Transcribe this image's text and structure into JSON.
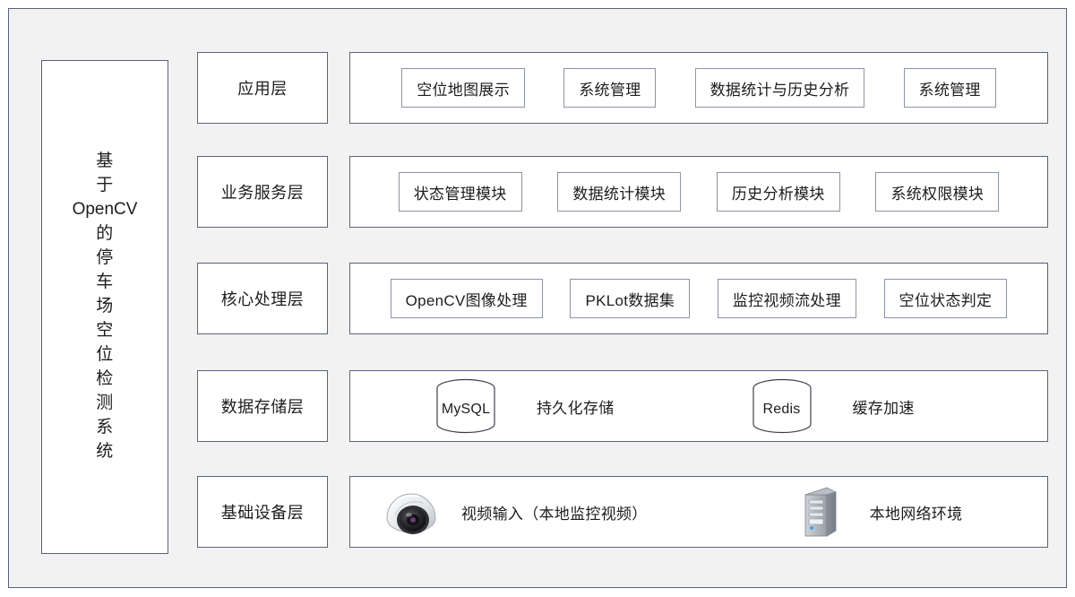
{
  "diagram": {
    "title_chars": [
      "基",
      "于",
      "OpenCV",
      "的",
      "停",
      "车",
      "场",
      "空",
      "位",
      "检",
      "测",
      "系",
      "统"
    ],
    "title_text": "基于OpenCV的停车场空位检测系统",
    "colors": {
      "board_background": "#f2f2f2",
      "board_border": "#5a6280",
      "node_border": "#8d93a8",
      "node_background": "#ffffff",
      "text": "#1d1d1d",
      "server_body": "#9aa0a8",
      "server_led": "#3aa0e0",
      "camera_body": "#e8eaec",
      "camera_lens": "#1c1c1c"
    },
    "layers": [
      {
        "label": "应用层",
        "kind": "boxes",
        "nodes": [
          "空位地图展示",
          "系统管理",
          "数据统计与历史分析",
          "系统管理"
        ]
      },
      {
        "label": "业务服务层",
        "kind": "boxes",
        "nodes": [
          "状态管理模块",
          "数据统计模块",
          "历史分析模块",
          "系统权限模块"
        ]
      },
      {
        "label": "核心处理层",
        "kind": "boxes",
        "nodes": [
          "OpenCV图像处理",
          "PKLot数据集",
          "监控视频流处理",
          "空位状态判定"
        ]
      },
      {
        "label": "数据存储层",
        "kind": "storage",
        "stores": [
          {
            "icon": "database-cylinder-icon",
            "name": "MySQL",
            "caption": "持久化存储"
          },
          {
            "icon": "database-cylinder-icon",
            "name": "Redis",
            "caption": "缓存加速"
          }
        ]
      },
      {
        "label": "基础设备层",
        "kind": "infra",
        "items": [
          {
            "icon": "dome-camera-icon",
            "caption": "视频输入（本地监控视频）"
          },
          {
            "icon": "server-tower-icon",
            "caption": "本地网络环境"
          }
        ]
      }
    ]
  }
}
